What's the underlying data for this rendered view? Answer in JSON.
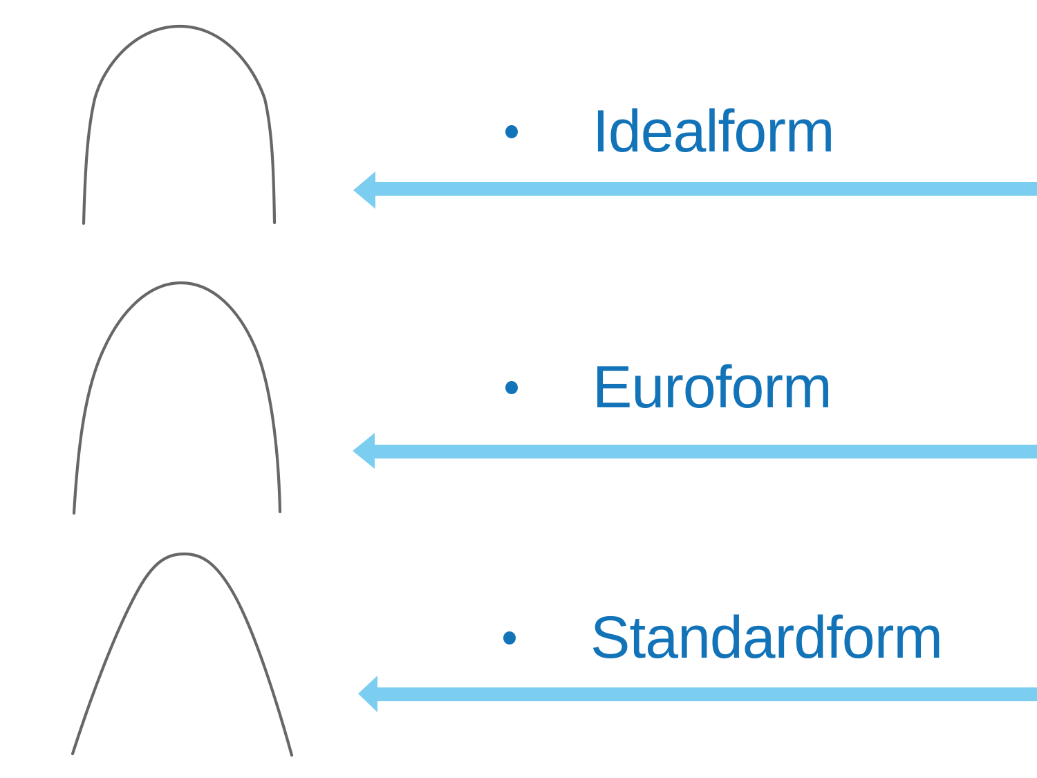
{
  "slide": {
    "rows": [
      {
        "label": "Idealform"
      },
      {
        "label": "Euroform"
      },
      {
        "label": "Standardform"
      }
    ]
  },
  "icons": {
    "bullet": "round-bullet",
    "arrow": "left-arrow"
  },
  "colors": {
    "label_text": "#1273B8",
    "bullet_dot": "#1273B8",
    "arrow": "#7CCEF0",
    "archwire": "#595A5C",
    "background": "#FFFFFF"
  }
}
